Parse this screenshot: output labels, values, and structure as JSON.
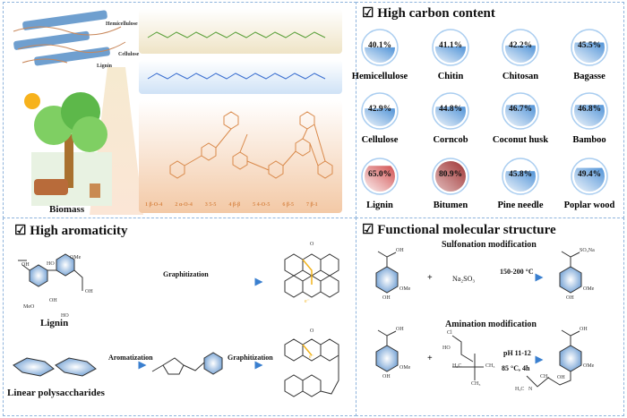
{
  "biomass": {
    "label": "Biomass",
    "components": [
      "Hemicellulose",
      "Cellulose",
      "Lignin"
    ],
    "lignin_linkages": [
      "1 β-O-4",
      "2 α-O-4",
      "3 5-5",
      "4 β-β",
      "5 4-O-5",
      "6 β-5",
      "7 β-1"
    ]
  },
  "carbon": {
    "title": "High carbon content",
    "items": [
      {
        "name": "Hemicellulose",
        "value": "40.1%",
        "pct": 40.1,
        "color": "blue"
      },
      {
        "name": "Chitin",
        "value": "41.1%",
        "pct": 41.1,
        "color": "blue"
      },
      {
        "name": "Chitosan",
        "value": "42.2%",
        "pct": 42.2,
        "color": "blue"
      },
      {
        "name": "Bagasse",
        "value": "45.5%",
        "pct": 45.5,
        "color": "blue"
      },
      {
        "name": "Cellulose",
        "value": "42.9%",
        "pct": 42.9,
        "color": "blue"
      },
      {
        "name": "Corncob",
        "value": "44.8%",
        "pct": 44.8,
        "color": "blue"
      },
      {
        "name": "Coconut husk",
        "value": "46.7%",
        "pct": 46.7,
        "color": "blue"
      },
      {
        "name": "Bamboo",
        "value": "46.8%",
        "pct": 46.8,
        "color": "blue"
      },
      {
        "name": "Lignin",
        "value": "65.0%",
        "pct": 65.0,
        "color": "red"
      },
      {
        "name": "Bitumen",
        "value": "80.9%",
        "pct": 80.9,
        "color": "darkred"
      },
      {
        "name": "Pine needle",
        "value": "45.8%",
        "pct": 45.8,
        "color": "blue"
      },
      {
        "name": "Poplar wood",
        "value": "49.4%",
        "pct": 49.4,
        "color": "blue"
      }
    ]
  },
  "aromaticity": {
    "title": "High aromaticity",
    "lignin_label": "Lignin",
    "poly_label": "Linear polysaccharides",
    "graphitization": "Graphitization",
    "aromatization": "Aromatization",
    "groups": {
      "oh": "OH",
      "ho": "HO",
      "ome": "OMe",
      "meo": "MeO",
      "o": "O",
      "e": "e⁻"
    }
  },
  "functional": {
    "title": "Functional molecular structure",
    "sulfonation": "Sulfonation modification",
    "reagent1": "Na₂SO₃",
    "cond1": "150-200 °C",
    "amination": "Amination modification",
    "cond2a": "pH 11-12",
    "cond2b": "85 °C, 4h",
    "plus": "+",
    "groups": {
      "oh": "OH",
      "ome": "OMe",
      "so3na": "SO₃Na",
      "cl": "Cl",
      "ho": "HO",
      "h3c": "H₃C",
      "ch3": "CH₃",
      "n": "N"
    }
  },
  "colors": {
    "border": "#8fb4dc",
    "arrow": "#3a7fcf",
    "blue_fill": "#4a8fd6",
    "red_fill": "#d04a4a",
    "darkred_fill": "#9a2a2a",
    "lignin": "#d9894a",
    "cellulose": "#3b6fd0",
    "hemicellulose": "#5aa03a"
  }
}
